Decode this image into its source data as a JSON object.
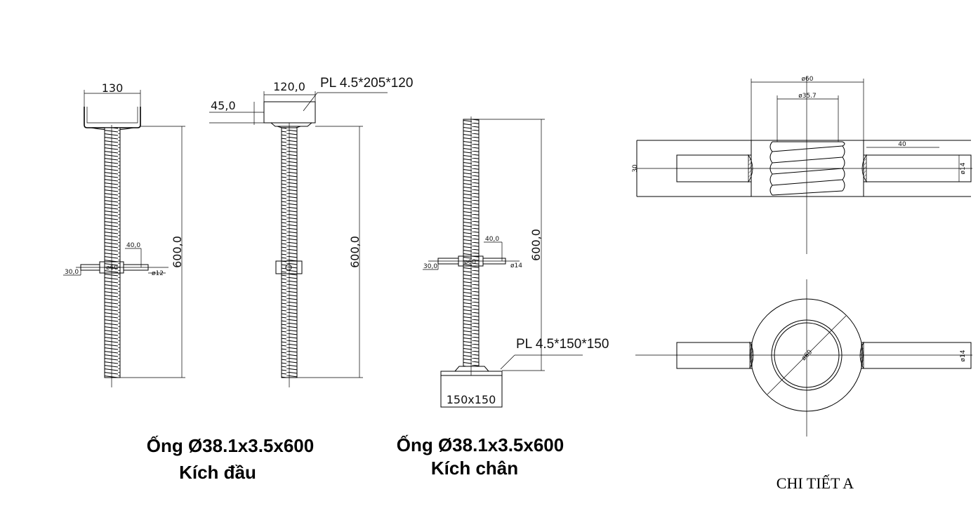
{
  "views": {
    "head_jack": {
      "width_label": "130",
      "height_label": "600,0",
      "handle_length_label": "40,0",
      "handle_width_label": "30,0",
      "ring_label": "ø60",
      "rod_label": "ø12"
    },
    "head_jack_side": {
      "width_label": "120,0",
      "plate_height_label": "45,0",
      "plate_note": "PL 4.5*205*120",
      "height_label": "600,0"
    },
    "base_jack": {
      "height_label": "600,0",
      "handle_length_label": "40,0",
      "handle_width_label": "30,0",
      "ring_label": "ø60",
      "rod_label": "ø14",
      "plate_note": "PL 4.5*150*150",
      "plate_label": "150x150"
    }
  },
  "captions": {
    "head_title": "Ống Ø38.1x3.5x600",
    "head_subtitle": "Kích đầu",
    "base_title": "Ống Ø38.1x3.5x600",
    "base_subtitle": "Kích chân",
    "detail_title": "CHI TIẾT A"
  },
  "detail_a": {
    "outer_dia": "ø60",
    "inner_dia": "ø35.7",
    "height": "30",
    "arm_length": "40",
    "arm_dia": "ø14",
    "ring_dia": "ø60",
    "arm_dia_plan": "ø14"
  }
}
